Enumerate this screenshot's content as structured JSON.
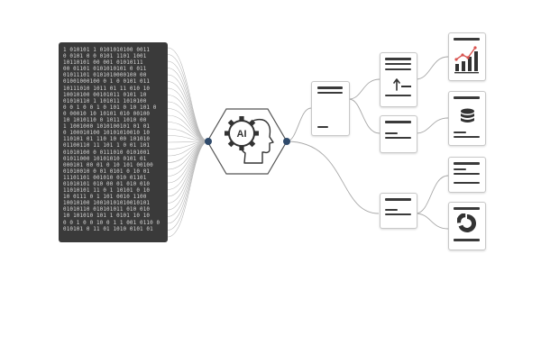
{
  "hub": {
    "label": "AI"
  },
  "binary_stream": [
    "1 010101 1 0101010100 0011",
    "0 0101 0 0 0101 1101 1001",
    "10110101 00 001 01010111",
    "00 01101 0101010101 0 011",
    "01011101 0101010000100 00",
    "01001000100 0 1 0 0101 011",
    "10111010 1011 01 11 010 10",
    "10010100 00101011 0101 10",
    "01010110 1 101011 1010100",
    "0 0 1 0 0 1 0 101 0 10 101 0",
    "0 00010 10 10101 010 00100",
    "10 1010110 0 1011 1010 00",
    "1 1001000 1010100101 01 01",
    "0 100010100 10101010010 10",
    "110101 01 110 10 00 101010",
    "01100110 11 101 1 0 01 101",
    "01010100 0 0111010 0101001",
    "01011000 10101010 0101 01",
    "000101 00 01 0 10 101 00100",
    "01010010 0 01 0101 0 10 01",
    "11101101 001010 010 01101",
    "01010101 010 00 01 010 010",
    "11010101 11 0 1 10101 0 10",
    "10 0111 0 1 101 0010 1100",
    "10010100 10010101010010101",
    "01010110 010101011 010 010",
    "10 101010 101 1 0101 10 10",
    "0 0 1 0 0 10 0 1 1 001 0110 0",
    "010101 0 11 01 1010 0101 01"
  ]
}
